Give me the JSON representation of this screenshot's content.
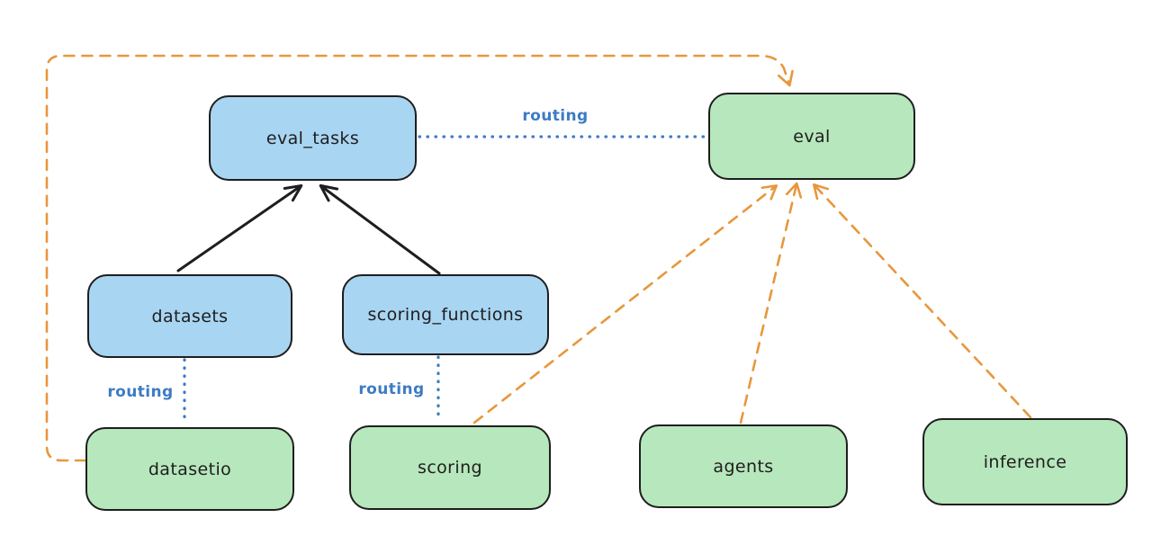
{
  "diagram": {
    "nodes": {
      "eval_tasks": {
        "label": "eval_tasks",
        "kind": "registry"
      },
      "eval": {
        "label": "eval",
        "kind": "api"
      },
      "datasets": {
        "label": "datasets",
        "kind": "registry"
      },
      "scoring_functions": {
        "label": "scoring_functions",
        "kind": "registry"
      },
      "datasetio": {
        "label": "datasetio",
        "kind": "api"
      },
      "scoring": {
        "label": "scoring",
        "kind": "api"
      },
      "agents": {
        "label": "agents",
        "kind": "api"
      },
      "inference": {
        "label": "inference",
        "kind": "api"
      }
    },
    "edge_labels": {
      "eval_tasks_to_eval": "routing",
      "datasets_to_datasetio": "routing",
      "scoring_functions_to_scoring": "routing"
    },
    "edges": [
      {
        "from": "datasets",
        "to": "eval_tasks",
        "style": "solid",
        "color": "black",
        "arrow": true
      },
      {
        "from": "scoring_functions",
        "to": "eval_tasks",
        "style": "solid",
        "color": "black",
        "arrow": true
      },
      {
        "from": "eval_tasks",
        "to": "eval",
        "style": "dotted",
        "color": "blue",
        "arrow": false,
        "label": "routing"
      },
      {
        "from": "datasets",
        "to": "datasetio",
        "style": "dotted",
        "color": "blue",
        "arrow": false,
        "label": "routing"
      },
      {
        "from": "scoring_functions",
        "to": "scoring",
        "style": "dotted",
        "color": "blue",
        "arrow": false,
        "label": "routing"
      },
      {
        "from": "datasetio",
        "to": "eval",
        "style": "dashed",
        "color": "orange",
        "arrow": true
      },
      {
        "from": "scoring",
        "to": "eval",
        "style": "dashed",
        "color": "orange",
        "arrow": true
      },
      {
        "from": "agents",
        "to": "eval",
        "style": "dashed",
        "color": "orange",
        "arrow": true
      },
      {
        "from": "inference",
        "to": "eval",
        "style": "dashed",
        "color": "orange",
        "arrow": true
      }
    ],
    "colors": {
      "background": "#ffffff",
      "blue_fill": "#a8d5f2",
      "green_fill": "#b7e7bc",
      "node_border": "#1e1e1e",
      "node_text": "#1e1e1e",
      "routing_blue": "#3d7bc4",
      "provider_orange": "#e8973c",
      "black_arrow": "#1e1e1e"
    }
  }
}
